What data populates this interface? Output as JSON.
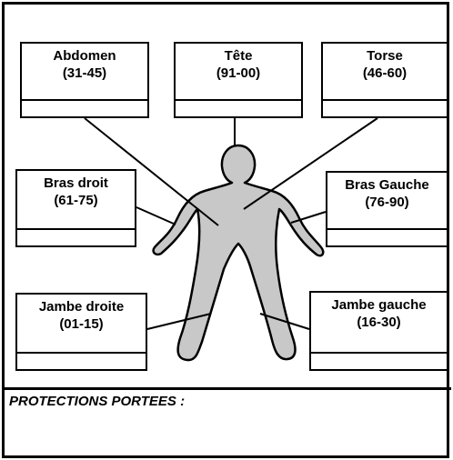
{
  "zones": {
    "abdomen": {
      "name": "Abdomen",
      "range": "(31-45)",
      "value": ""
    },
    "tete": {
      "name": "Tête",
      "range": "(91-00)",
      "value": ""
    },
    "torse": {
      "name": "Torse",
      "range": "(46-60)",
      "value": ""
    },
    "bras_droit": {
      "name": "Bras droit",
      "range": "(61-75)",
      "value": ""
    },
    "bras_gauche": {
      "name": "Bras Gauche",
      "range": "(76-90)",
      "value": ""
    },
    "jambe_droite": {
      "name": "Jambe droite",
      "range": "(01-15)",
      "value": ""
    },
    "jambe_gauche": {
      "name": "Jambe gauche",
      "range": "(16-30)",
      "value": ""
    }
  },
  "protections": {
    "label": "PROTECTIONS PORTEES :",
    "value": ""
  },
  "colors": {
    "figure_fill": "#c8c8c8",
    "figure_shadow": "#d9d9d9",
    "line": "#000000"
  }
}
